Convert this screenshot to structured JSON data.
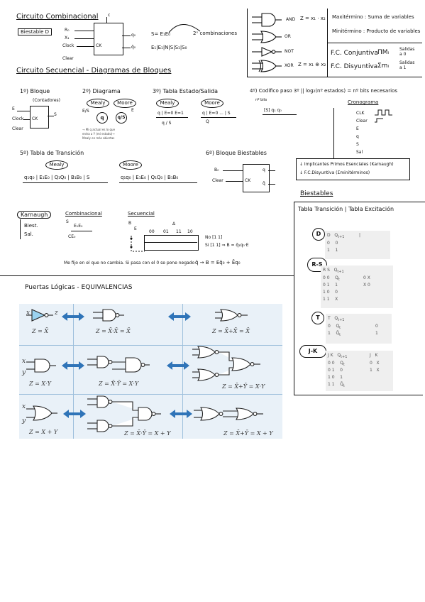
{
  "combinational": {
    "title": "Circuito Combinacional",
    "tag": "Biestable D",
    "in_r": "R₀",
    "in_x": "X₁",
    "in_clk": "Clock",
    "in_clear": "Clear",
    "pin_c": "c",
    "pin_ck": "CK",
    "out_q": "q₀",
    "out_qbar": "q̄₀",
    "eq1": "S= E₁E₀",
    "eq2": "2ⁿ combinaciones",
    "eq3": "E₁|E₁|N|S|S₁|S₀"
  },
  "gates_ref": {
    "and_label": "AND",
    "and_eq": "Z = x₁ · x₂",
    "or_label": "OR",
    "not_label": "NOT",
    "xor_label": "XOR",
    "xor_eq": "Z = x₁ ⊕ x₂",
    "maxterm": "Maxitérmino : Suma de variables",
    "minterm": "Minitérmino : Producto de variables",
    "fc_conj": "F.C. Conjuntiva",
    "pi": "ΠMᵢ",
    "salidas0": "Salidas a 0",
    "fc_disy": "F.C. Disyuntiva",
    "sigma": "Σmᵢ",
    "salidas1": "Salidas a 1"
  },
  "sequential": {
    "title": "Circuito Secuencial - Diagramas de Bloques",
    "s1": "1º) Bloque",
    "s1_note": "(Contadores)",
    "s1_e": "E",
    "s1_s": "S",
    "s1_ck": "CK",
    "s1_clock": "Clock",
    "s1_clear": "Clear",
    "s2": "2º) Diagrama",
    "mealy": "Mealy",
    "moore": "Moore",
    "s2_es": "E/S",
    "s2_q": "q",
    "s2_qs": "q/S",
    "s2_e": "E",
    "s2_note1": "→ Mi q actual es lo que",
    "s2_note2": "entra a Y (mi estado)→",
    "s2_note3": "Mealy en más abiertas",
    "s3": "3º) Tabla Estado/Salida",
    "s3_mealy_h": "q | E=0  E=1",
    "s3_mealy_r": "q / S",
    "s3_moore_h": "q | E=0 ... | S",
    "s3_moore_r": "Q",
    "s4": "4º) Codifico paso 3º || log₂(nº estados) = nº bits necesarios",
    "s4_bits": "nº bits",
    "s4_row": "[S] q₁ q₀",
    "crono": "Cronograma",
    "crono_items": [
      "CLK",
      "Clear",
      "E",
      "q",
      "S",
      "Sal"
    ],
    "s5": "5º) Tabla de Transición",
    "s5_mealy_h": "q₁q₀ | E₁E₀ | Q₁Q₀ | B₁B₀ | S",
    "s5_moore_h": "q₁q₀ | E₁E₀ | Q₁Q₀ | B₁B₀",
    "s6": "6º) Bloque Biestables",
    "s6_b": "B₀",
    "s6_clear": "Clear",
    "s6_ck": "CK",
    "s6_q": "q",
    "s6_qbar": "q̄",
    "box_line1": "↓ Implicantes Primos Esenciales (Karnaugh)",
    "box_line2": "↓ F.C.Disyuntiva (Σminitérminos)"
  },
  "karnaugh": {
    "title": "Karnaugh",
    "item1": "Biest.",
    "item2": "Sal.",
    "comb": "Combinacional",
    "comb_s": "S",
    "comb_row": "E₁E₀",
    "comb_ce": "CE₀",
    "seq": "Secuencial",
    "seq_b": "B",
    "seq_e": "E",
    "seq_cols": [
      "00",
      "01",
      "11",
      "10"
    ],
    "seq_delta": "Δ",
    "seq_note1": "No [1 1]",
    "seq_note2": "Si [1 1] ⇒ B = q̄₁q₀·E",
    "footer": "Me fijo en el que no cambia. Si pasa con el 0 se pone negado",
    "footer_eq": "q̄ → B = Eq̄₀ + Ēq₀"
  },
  "biestables": {
    "title": "Biestables",
    "subtitle": "Tabla Transición | Tabla Excitación",
    "types": [
      "D",
      "R-S",
      "T",
      "J-K"
    ]
  },
  "equivalences": {
    "title": "Puertas Lógicas - EQUIVALENCIAS",
    "eq_not_1": "Z = X̄",
    "eq_not_2": "Z = X̄·X̄ = X̄",
    "eq_not_3": "Z = X̄+X̄ = X̄",
    "eq_and_1": "Z = X·Y",
    "eq_and_2": "Z = X̄·Ȳ = X·Y",
    "eq_and_3": "Z = X̄+Ȳ = X·Y",
    "eq_or_1": "Z = X + Y",
    "eq_or_2": "Z = X̄·Ȳ = X + Y",
    "eq_or_3": "Z = X̄+Ȳ = X + Y",
    "var_x": "x",
    "var_y": "y",
    "var_z": "z"
  }
}
